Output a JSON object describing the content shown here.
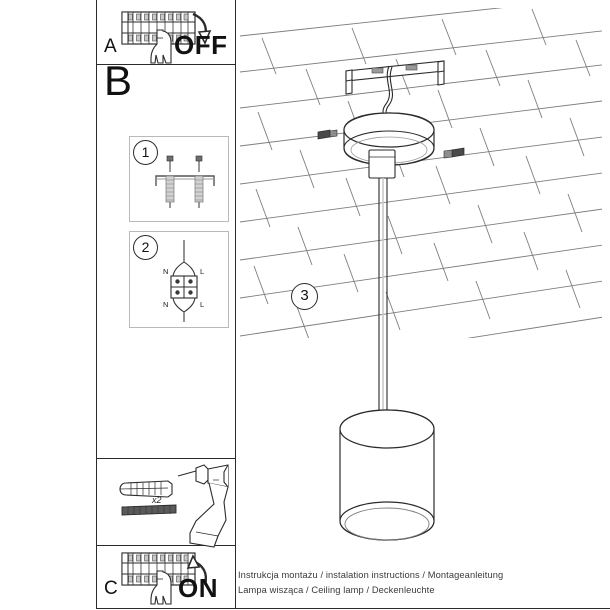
{
  "document": {
    "type": "assembly-instruction-sheet",
    "caption_line_1": "Instrukcja montażu / instalation instructions / Montageanleitung",
    "caption_line_2": "Lampa wisząca / Ceiling lamp / Deckenleuchte"
  },
  "panels": {
    "a": {
      "letter": "A",
      "action_label": "OFF",
      "icon": "circuit-breaker-panel-with-hand",
      "arrow": "curved-arrow-down",
      "description": "Switch the circuit breaker OFF before installation"
    },
    "b": {
      "letter": "B",
      "description": "Installation steps"
    },
    "c": {
      "letter": "C",
      "action_label": "ON",
      "icon": "circuit-breaker-panel-with-hand",
      "arrow": "curved-arrow-up",
      "description": "Switch the circuit breaker ON after installation"
    },
    "tools": {
      "quantity_label": "x2",
      "items": [
        "wall-plug-icon",
        "screw-icon",
        "power-drill-icon"
      ]
    }
  },
  "steps": [
    {
      "number": "1",
      "icon": "mounting-bracket-with-screws",
      "description": "Fix the mounting bracket to the ceiling with two screws"
    },
    {
      "number": "2",
      "icon": "terminal-block-wiring",
      "terminals": {
        "top_left": "N",
        "top_right": "L",
        "bottom_left": "N",
        "bottom_right": "L"
      },
      "description": "Connect the neutral and live wires in the terminal block"
    },
    {
      "number": "3",
      "icon": "ceiling-lamp-assembly",
      "description": "Mount the canopy and suspended cylindrical lamp shade"
    }
  ],
  "main_illustration": {
    "name": "ceiling-lamp-installation-view",
    "ceiling": "brick-tile-perspective-pattern",
    "parts": [
      "mounting-bracket",
      "ceiling-canopy",
      "canopy-side-screw-left",
      "canopy-side-screw-right",
      "suspension-rod",
      "cylindrical-lamp-shade"
    ]
  },
  "colors": {
    "line": "#2b2b2b",
    "light_line": "#b9b9b9",
    "text": "#1a1a1a",
    "caption": "#3a3a3a",
    "background": "#ffffff"
  }
}
